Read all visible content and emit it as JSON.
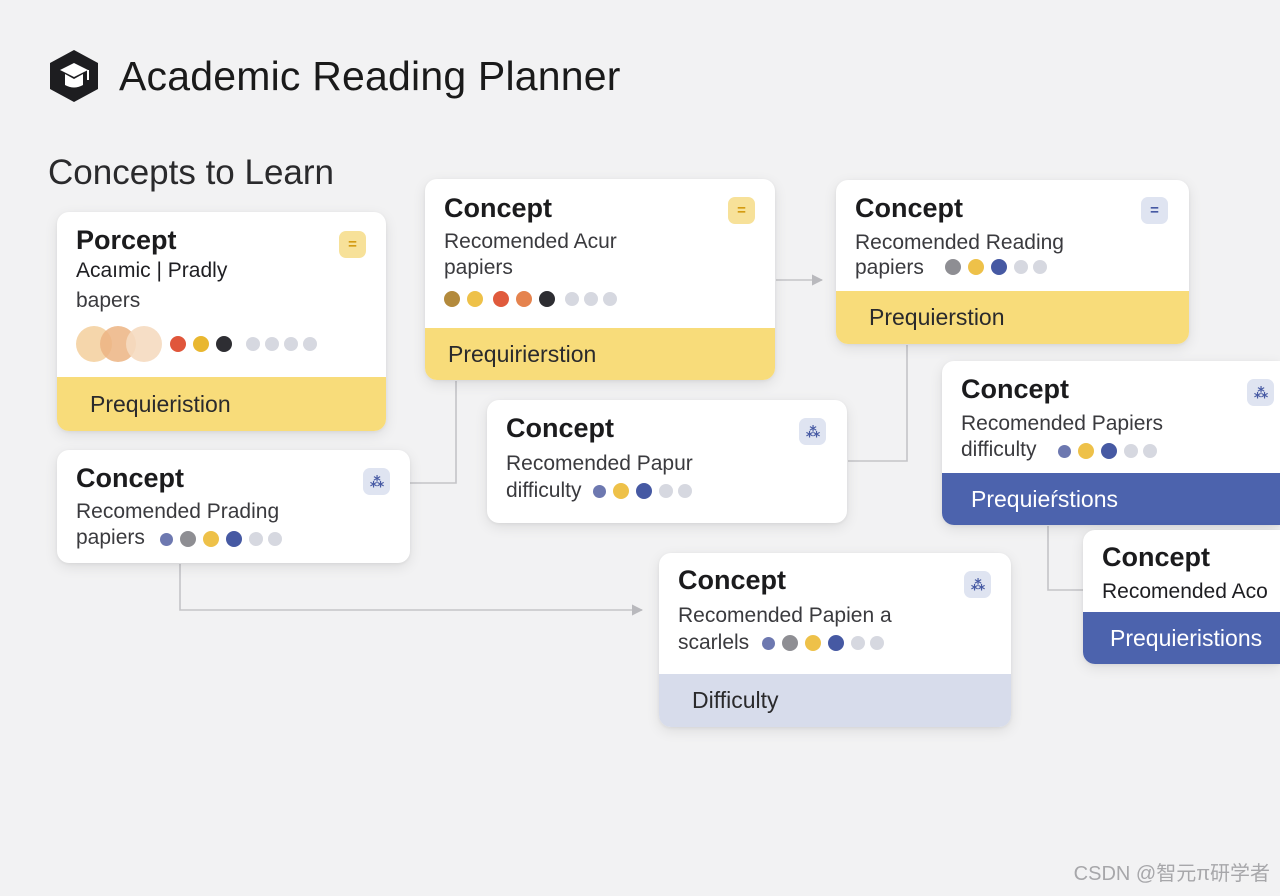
{
  "app": {
    "title": "Academic Reading Planner",
    "section_title": "Concepts to Learn",
    "watermark": "CSDN @智元π研学者",
    "logo_icon": "graduation-cap-icon"
  },
  "colors": {
    "yellow_footer": "#f8dc7a",
    "blue_footer": "#4c63ad",
    "light_footer": "#d7dceb",
    "background": "#f2f2f3"
  },
  "cards": [
    {
      "title": "Porcept",
      "lines": [
        "Acaımic | Pradly",
        "bapers"
      ],
      "badge_icon": "equals-icon",
      "badge_glyph": "=",
      "dots": [
        "#f0c890",
        "#e8a873",
        "#f0cfae",
        "#e0563b",
        "#e9b730",
        "#2e2e33",
        "pale",
        "pale",
        "pale",
        "pale"
      ],
      "footer": "Prequieristion",
      "footer_style": "yellow"
    },
    {
      "title": "Concept",
      "lines": [
        "Recomended Acur",
        "papiers"
      ],
      "badge_icon": "equals-icon",
      "badge_glyph": "=",
      "dots": [
        "#b38a3c",
        "#eec149",
        "#e05a3c",
        "#e5834e",
        "#2d2d32",
        "pale",
        "pale",
        "pale"
      ],
      "footer": "Prequirierstion",
      "footer_style": "yellow"
    },
    {
      "title": "Concept",
      "lines": [
        "Recomended Reading",
        "papiers"
      ],
      "badge_icon": "equals-icon",
      "badge_glyph": "=",
      "dots": [
        "#8e8e93",
        "#eec149",
        "#4659a3",
        "pale",
        "pale"
      ],
      "footer": "Prequierstion",
      "footer_style": "yellow"
    },
    {
      "title": "Concept",
      "lines": [
        "Recomended Prading",
        "papiers"
      ],
      "badge_icon": "network-icon",
      "badge_glyph": "⁂",
      "dots": [
        "#6d78b0",
        "#8e8e93",
        "#eec149",
        "#4659a3",
        "pale",
        "pale"
      ]
    },
    {
      "title": "Concept",
      "lines": [
        "Recomended Papur",
        "difficulty"
      ],
      "badge_icon": "network-icon",
      "badge_glyph": "⁂",
      "dots": [
        "#6d78b0",
        "#eec149",
        "#4659a3",
        "pale",
        "pale"
      ]
    },
    {
      "title": "Concept",
      "lines": [
        "Recomended Papiers",
        "difficulty"
      ],
      "badge_icon": "network-icon",
      "badge_glyph": "⁂",
      "dots": [
        "#6d78b0",
        "#eec149",
        "#4659a3",
        "pale",
        "pale"
      ],
      "footer": "Prequieŕstions",
      "footer_style": "blue"
    },
    {
      "title": "Concept",
      "lines": [
        "Recomended Papien a",
        "scarlels"
      ],
      "badge_icon": "network-icon",
      "badge_glyph": "⁂",
      "dots": [
        "#6d78b0",
        "#8e8e93",
        "#eec149",
        "#4659a3",
        "pale",
        "pale"
      ],
      "footer": "Difficulty",
      "footer_style": "light"
    },
    {
      "title": "Concept",
      "lines": [
        "Recomended Aco"
      ],
      "footer": "Prequieristions",
      "footer_style": "blue"
    }
  ]
}
